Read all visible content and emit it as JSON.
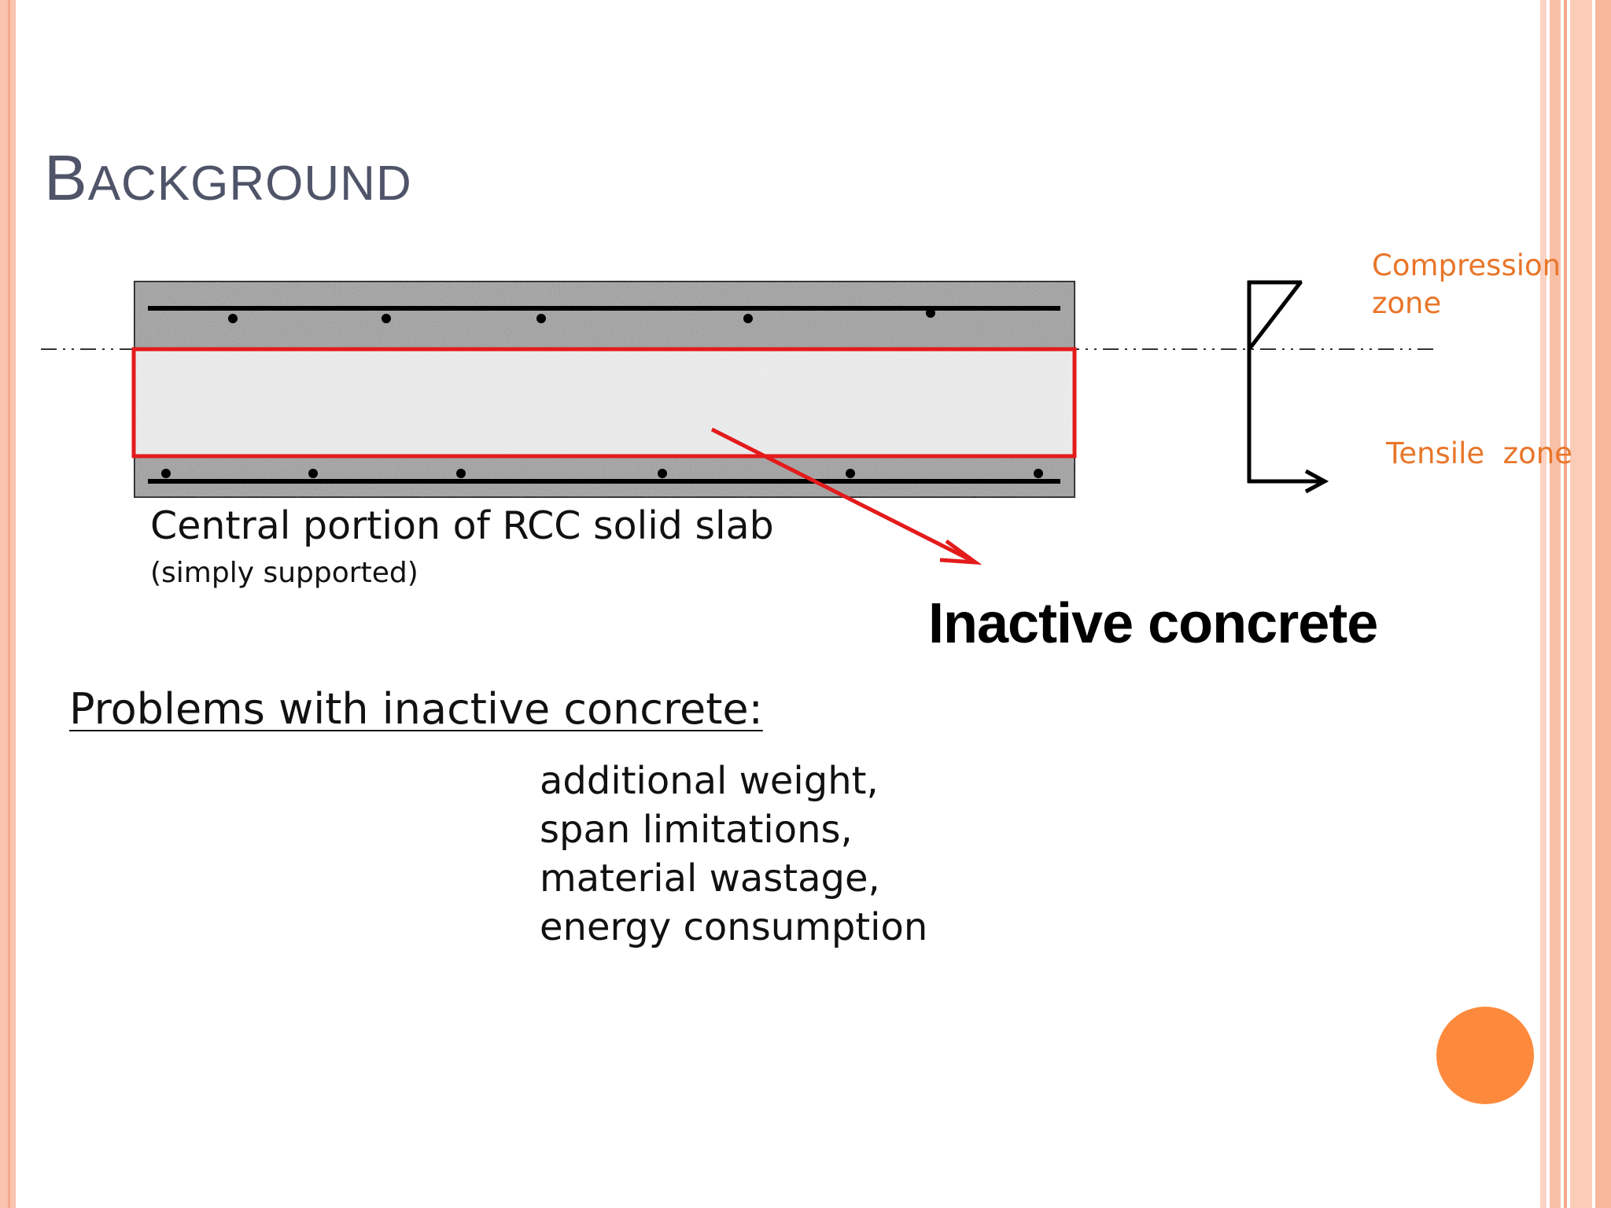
{
  "slide": {
    "title_first": "B",
    "title_rest": "ACKGROUND"
  },
  "diagram": {
    "compression_label": "Compression zone",
    "compression_line1": "Compression",
    "compression_line2": "zone",
    "tensile_label": "Tensile  zone",
    "caption": "Central portion of RCC solid slab",
    "caption_sub": "(simply supported)",
    "callout": "Inactive concrete"
  },
  "problems": {
    "heading": "Problems with inactive concrete:",
    "items": [
      "additional weight,",
      "span limitations,",
      "material wastage,",
      "energy consumption"
    ]
  },
  "colors": {
    "accent": "#fd8a3c",
    "zone_text": "#e8762a",
    "highlight": "#e31b1b",
    "title": "#4f5468"
  }
}
